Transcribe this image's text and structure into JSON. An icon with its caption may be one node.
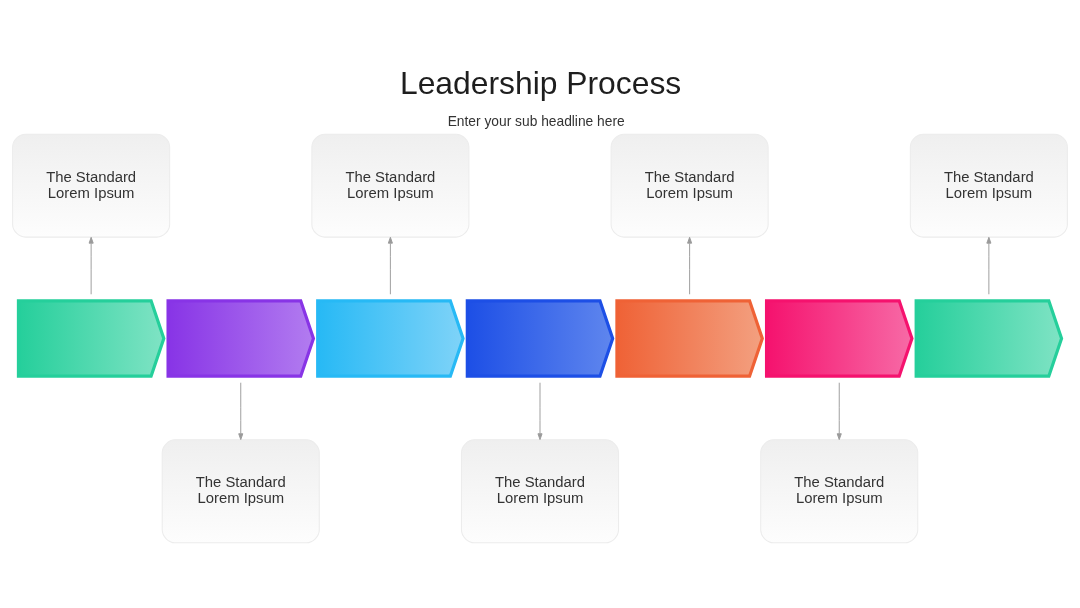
{
  "diagram": {
    "title": "Leadership Process",
    "caption": "Enter your sub headline here",
    "nodes": [
      {
        "text": [
          "The Standard Lorem Ipsum"
        ]
      },
      {
        "text": [
          "The Standard Lorem Ipsum"
        ]
      },
      {
        "text": [
          "The Standard Lorem Ipsum"
        ]
      },
      {
        "text": [
          "The Standard Lorem Ipsum"
        ]
      },
      {
        "text": [],
        "shape": "chevron"
      },
      {
        "text": [],
        "shape": "chevron"
      },
      {
        "text": [],
        "shape": "chevron"
      },
      {
        "text": [],
        "shape": "chevron"
      },
      {
        "text": [],
        "shape": "chevron"
      },
      {
        "text": [],
        "shape": "chevron"
      },
      {
        "text": [],
        "shape": "chevron"
      },
      {
        "text": [
          "The Standard Lorem Ipsum"
        ]
      },
      {
        "text": [
          "The Standard Lorem Ipsum"
        ]
      },
      {
        "text": [
          "The Standard Lorem Ipsum"
        ]
      }
    ],
    "edges": [
      {
        "from": 4,
        "to": 0,
        "arrow": "to"
      },
      {
        "from": 5,
        "to": 11,
        "arrow": "to"
      },
      {
        "from": 6,
        "to": 1,
        "arrow": "to"
      },
      {
        "from": 7,
        "to": 12,
        "arrow": "to"
      },
      {
        "from": 8,
        "to": 2,
        "arrow": "to"
      },
      {
        "from": 9,
        "to": 13,
        "arrow": "to"
      },
      {
        "from": 10,
        "to": 3,
        "arrow": "to"
      }
    ]
  }
}
